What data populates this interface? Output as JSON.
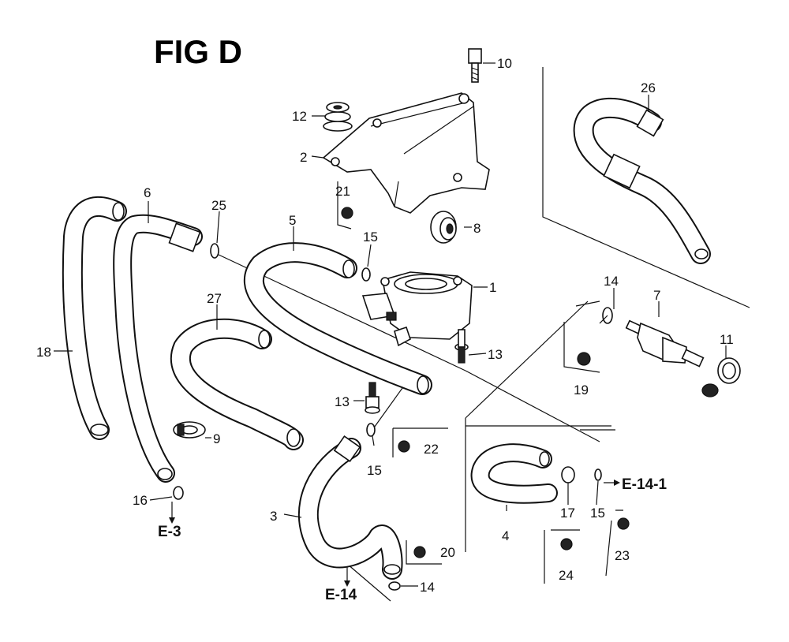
{
  "title": "FIG D",
  "colors": {
    "ink": "#111111",
    "paper": "#ffffff"
  },
  "labels": {
    "p1": "1",
    "p2": "2",
    "p3": "3",
    "p4": "4",
    "p5": "5",
    "p6": "6",
    "p7": "7",
    "p8": "8",
    "p9": "9",
    "p10": "10",
    "p11": "11",
    "p12": "12",
    "p13a": "13",
    "p13b": "13",
    "p14a": "14",
    "p14b": "14",
    "p15a": "15",
    "p15b": "15",
    "p15c": "15",
    "p16": "16",
    "p17": "17",
    "p18": "18",
    "p19": "19",
    "p20": "20",
    "p21": "21",
    "p22": "22",
    "p23": "23",
    "p24": "24",
    "p25": "25",
    "p26": "26",
    "p27": "27"
  },
  "refs": {
    "e3": "E-3",
    "e14": "E-14",
    "e141": "E-14-1"
  }
}
